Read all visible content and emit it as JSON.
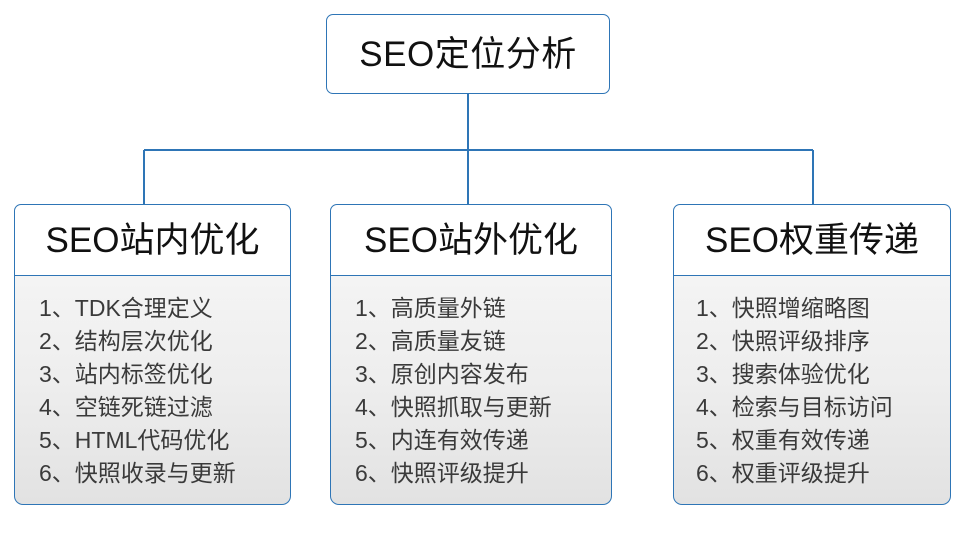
{
  "chart_data": {
    "type": "diagram",
    "diagram_kind": "tree-hierarchy",
    "title": "SEO定位分析",
    "root": {
      "label": "SEO定位分析"
    },
    "branches": [
      {
        "title": "SEO站内优化",
        "items": [
          "1、TDK合理定义",
          "2、结构层次优化",
          "3、站内标签优化",
          "4、空链死链过滤",
          "5、HTML代码优化",
          "6、快照收录与更新"
        ]
      },
      {
        "title": "SEO站外优化",
        "items": [
          "1、高质量外链",
          "2、高质量友链",
          "3、原创内容发布",
          "4、快照抓取与更新",
          "5、内连有效传递",
          "6、快照评级提升"
        ]
      },
      {
        "title": "SEO权重传递",
        "items": [
          "1、快照增缩略图",
          "2、快照评级排序",
          "3、搜索体验优化",
          "4、检索与目标访问",
          "5、权重有效传递",
          "6、权重评级提升"
        ]
      }
    ],
    "colors": {
      "border": "#2e75b6",
      "connector": "#2e75b6",
      "header_fill": "#ffffff",
      "body_fill": "#ededed",
      "title_text": "#111111",
      "item_text": "#3a3a3a",
      "background": "#ffffff"
    }
  }
}
